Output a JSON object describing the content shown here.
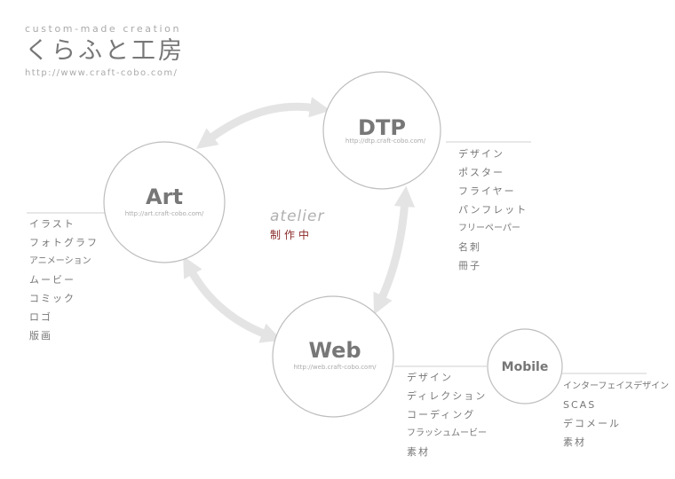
{
  "header": {
    "tagline": "custom-made creation",
    "title": "くらふと工房",
    "url": "http://www.craft-cobo.com/"
  },
  "center": {
    "word": "atelier",
    "status": "制作中"
  },
  "nodes": {
    "dtp": {
      "name": "DTP",
      "url": "http://dtp.craft-cobo.com/"
    },
    "art": {
      "name": "Art",
      "url": "http://art.craft-cobo.com/"
    },
    "web": {
      "name": "Web",
      "url": "http://web.craft-cobo.com/"
    },
    "mobile": {
      "name": "Mobile"
    }
  },
  "lists": {
    "dtp": [
      "デザイン",
      "ポスター",
      "フライヤー",
      "パンフレット",
      "フリーペーパー",
      "名刺",
      "冊子"
    ],
    "art": [
      "イラスト",
      "フォトグラフ",
      "アニメーション",
      "ムービー",
      "コミック",
      "ロゴ",
      "版画"
    ],
    "web": [
      "デザイン",
      "ディレクション",
      "コーディング",
      "フラッシュムービー",
      "素材"
    ],
    "mobile": [
      "インターフェイスデザイン",
      "SCAS",
      "デコメール",
      "素材"
    ]
  },
  "colors": {
    "circle_stroke": "#bdbdbd",
    "arrow": "#e4e4e4",
    "status_accent": "#8a2a2a"
  }
}
